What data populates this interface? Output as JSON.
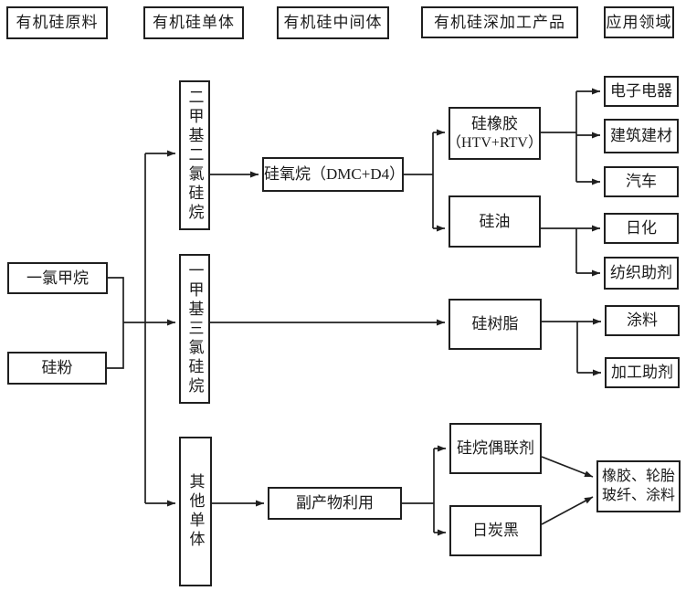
{
  "headers": [
    {
      "label": "有机硅原料"
    },
    {
      "label": "有机硅单体"
    },
    {
      "label": "有机硅中间体"
    },
    {
      "label": "有机硅深加工产品"
    },
    {
      "label": "应用领域"
    }
  ],
  "raw_materials": [
    {
      "label": "一氯甲烷"
    },
    {
      "label": "硅粉"
    }
  ],
  "monomers": [
    {
      "label": "二甲基二氯硅烷"
    },
    {
      "label": "一甲基三氯硅烷"
    },
    {
      "label": "其他单体"
    }
  ],
  "intermediates": [
    {
      "label": "硅氧烷（DMC+D4）"
    },
    {
      "label": "副产物利用"
    }
  ],
  "products": [
    {
      "label": "硅橡胶",
      "label2": "（HTV+RTV）"
    },
    {
      "label": "硅油"
    },
    {
      "label": "硅树脂"
    },
    {
      "label": "硅烷偶联剂"
    },
    {
      "label": "日炭黑"
    }
  ],
  "applications": [
    {
      "label": "电子电器"
    },
    {
      "label": "建筑建材"
    },
    {
      "label": "汽车"
    },
    {
      "label": "日化"
    },
    {
      "label": "纺织助剂"
    },
    {
      "label": "涂料"
    },
    {
      "label": "加工助剂"
    },
    {
      "label": "橡胶、轮胎",
      "label2": "玻纤、涂料"
    }
  ],
  "colors": {
    "line": "#1f1f1f",
    "background": "#ffffff"
  }
}
